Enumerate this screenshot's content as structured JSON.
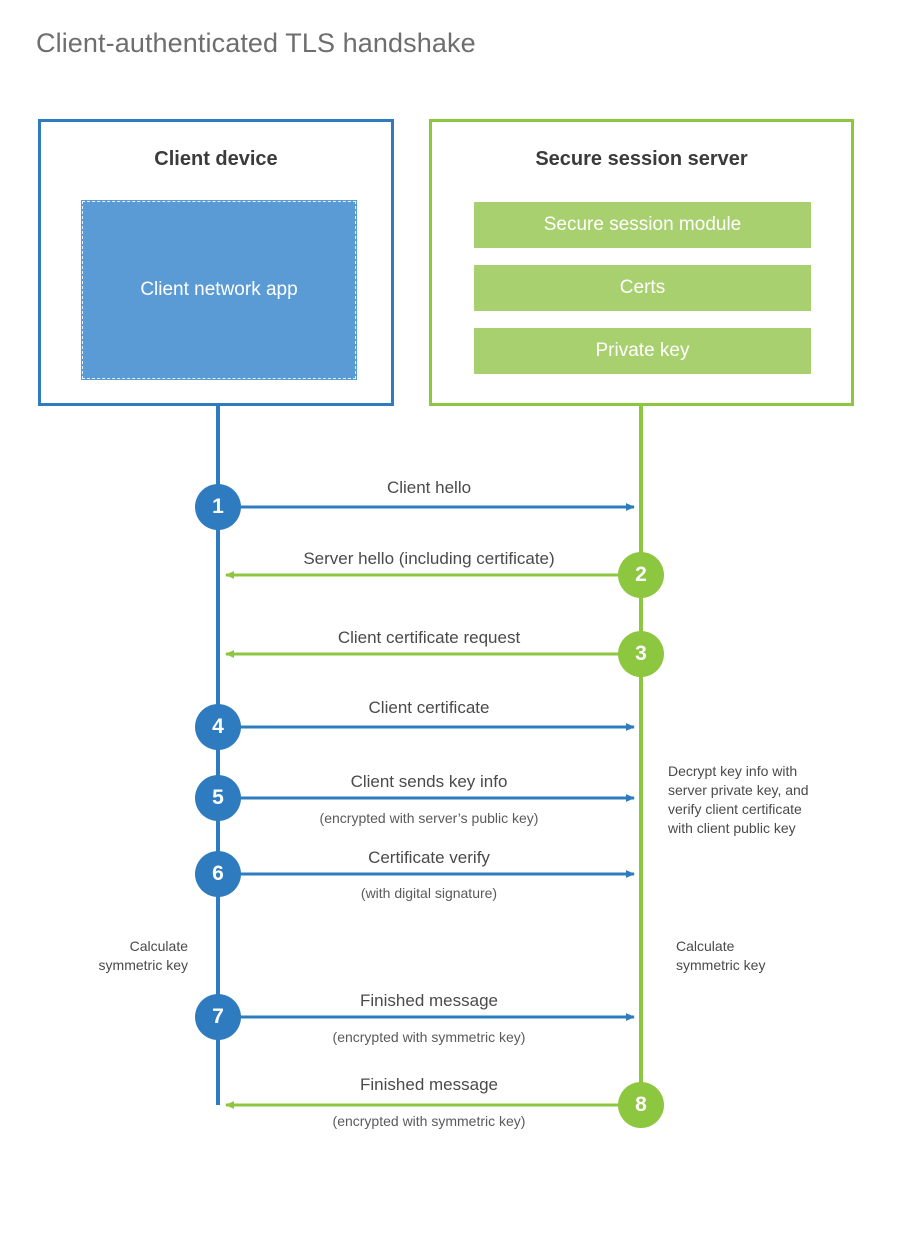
{
  "title": "Client-authenticated TLS handshake",
  "colors": {
    "client_accent": "#2e7cbf",
    "server_accent": "#8dc63f",
    "client_app_fill": "#5b9bd5",
    "server_bar_fill": "#a9d06f",
    "title_text": "#6e6e6e",
    "body_text": "#4a4a4a"
  },
  "client": {
    "title": "Client device",
    "app_label": "Client network\napp"
  },
  "server": {
    "title": "Secure session server",
    "bars": [
      {
        "label": "Secure session module"
      },
      {
        "label": "Certs"
      },
      {
        "label": "Private key"
      }
    ]
  },
  "annotations": [
    {
      "id": "server-decrypt-note",
      "text": "Decrypt key info with\nserver private key, and\nverify client certificate\nwith client public key",
      "side": "right"
    },
    {
      "id": "client-calc-key-note",
      "text": "Calculate\nsymmetric key",
      "side": "left"
    },
    {
      "id": "server-calc-key-note",
      "text": "Calculate\nsymmetric key",
      "side": "right"
    }
  ],
  "steps": [
    {
      "number": "1",
      "label": "Client hello",
      "sub": "",
      "direction": "client-to-server",
      "origin": "client"
    },
    {
      "number": "2",
      "label": "Server hello (including certificate)",
      "sub": "",
      "direction": "server-to-client",
      "origin": "server"
    },
    {
      "number": "3",
      "label": "Client certificate request",
      "sub": "",
      "direction": "server-to-client",
      "origin": "server"
    },
    {
      "number": "4",
      "label": "Client certificate",
      "sub": "",
      "direction": "client-to-server",
      "origin": "client"
    },
    {
      "number": "5",
      "label": "Client sends key info",
      "sub": "(encrypted with server’s public key)",
      "direction": "client-to-server",
      "origin": "client"
    },
    {
      "number": "6",
      "label": "Certificate verify",
      "sub": "(with digital signature)",
      "direction": "client-to-server",
      "origin": "client"
    },
    {
      "number": "7",
      "label": "Finished message",
      "sub": "(encrypted with symmetric key)",
      "direction": "client-to-server",
      "origin": "client"
    },
    {
      "number": "8",
      "label": "Finished message",
      "sub": "(encrypted with symmetric key)",
      "direction": "server-to-client",
      "origin": "server"
    }
  ]
}
